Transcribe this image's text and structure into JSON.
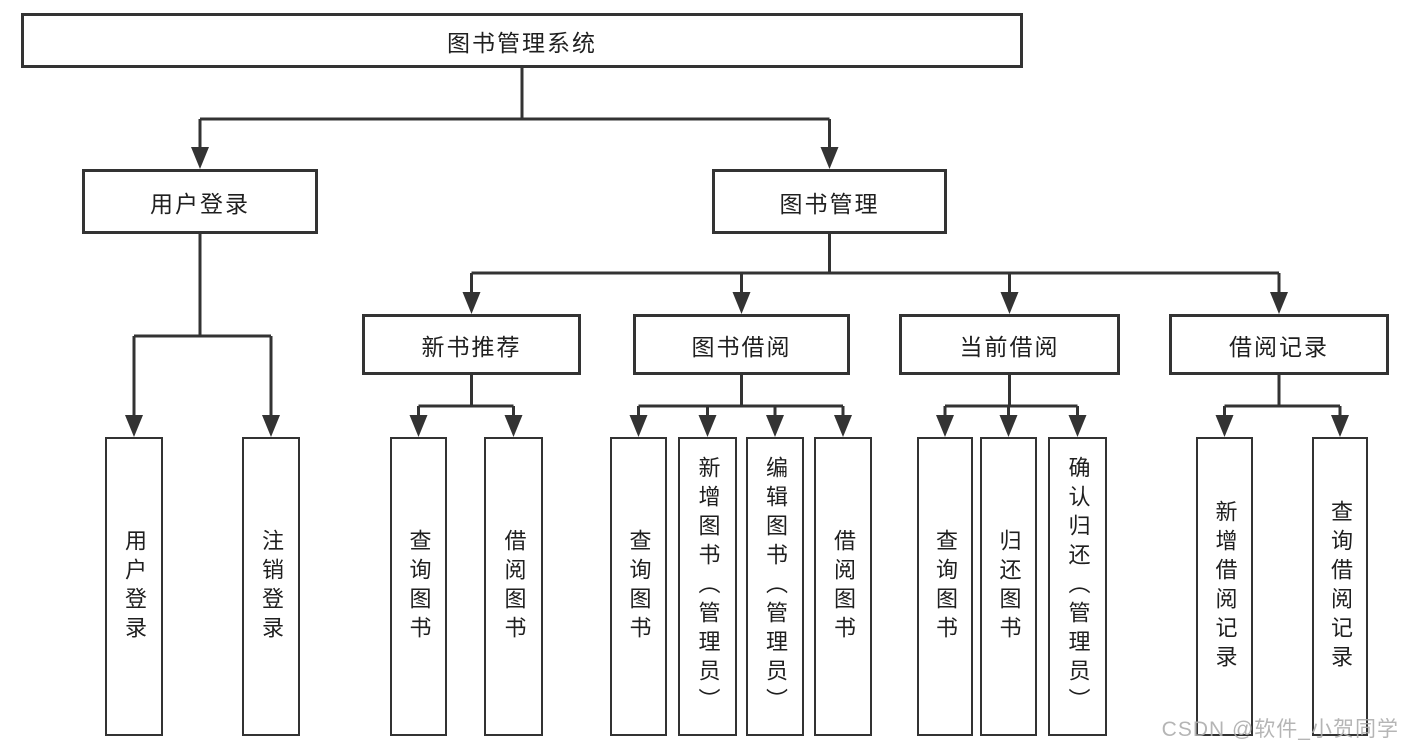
{
  "tree": {
    "root": {
      "label": "图书管理系统"
    },
    "branches": [
      {
        "label": "用户登录",
        "leaves": [
          {
            "label": "用户登录"
          },
          {
            "label": "注销登录"
          }
        ]
      },
      {
        "label": "图书管理",
        "groups": [
          {
            "label": "新书推荐",
            "leaves": [
              {
                "label": "查询图书"
              },
              {
                "label": "借阅图书"
              }
            ]
          },
          {
            "label": "图书借阅",
            "leaves": [
              {
                "label": "查询图书"
              },
              {
                "label": "新增图书（管理员）"
              },
              {
                "label": "编辑图书（管理员）"
              },
              {
                "label": "借阅图书"
              }
            ]
          },
          {
            "label": "当前借阅",
            "leaves": [
              {
                "label": "查询图书"
              },
              {
                "label": "归还图书"
              },
              {
                "label": "确认归还（管理员）"
              }
            ]
          },
          {
            "label": "借阅记录",
            "leaves": [
              {
                "label": "新增借阅记录"
              },
              {
                "label": "查询借阅记录"
              }
            ]
          }
        ]
      }
    ]
  },
  "watermark": "CSDN @软件_小贺同学",
  "colors": {
    "line": "#333333",
    "box_border": "#333333",
    "text": "#1f1f1f",
    "watermark": "#aeaeae",
    "background": "#ffffff"
  }
}
